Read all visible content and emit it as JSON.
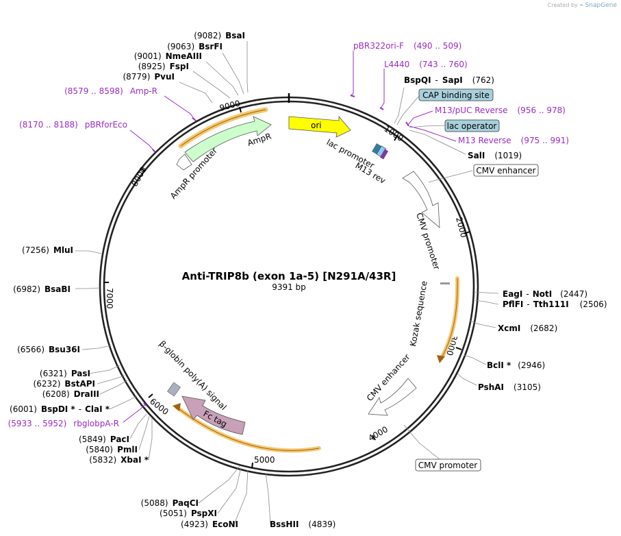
{
  "credit": {
    "prefix": "Created by",
    "brand": "SnapGene"
  },
  "plasmid": {
    "name": "Anti-TRIP8b (exon 1a-5) [N291A/43R]",
    "size_label": "9391 bp",
    "length": 9391
  },
  "ticks": [
    "1000",
    "2000",
    "3000",
    "4000",
    "5000",
    "6000",
    "7000",
    "8000",
    "9000"
  ],
  "sites": [
    {
      "pos": "(9082)",
      "name": "BsaI"
    },
    {
      "pos": "(9063)",
      "name": "BsrFI"
    },
    {
      "pos": "(9001)",
      "name": "NmeAIII"
    },
    {
      "pos": "(8925)",
      "name": "FspI"
    },
    {
      "pos": "(8779)",
      "name": "PvuI"
    },
    {
      "name": "BspQI",
      "name2": "SapI",
      "pos": "(762)"
    },
    {
      "name": "SalI",
      "pos": "(1019)"
    },
    {
      "name": "EagI",
      "name2": "NotI",
      "pos": "(2447)"
    },
    {
      "name": "PflFI",
      "name2": "Tth111I",
      "pos": "(2506)"
    },
    {
      "name": "XcmI",
      "pos": "(2682)"
    },
    {
      "name": "BclI *",
      "pos": "(2946)"
    },
    {
      "name": "PshAI",
      "pos": "(3105)"
    },
    {
      "pos": "(7256)",
      "name": "MluI"
    },
    {
      "pos": "(6982)",
      "name": "BsaBI"
    },
    {
      "pos": "(6566)",
      "name": "Bsu36I"
    },
    {
      "pos": "(6321)",
      "name": "PasI"
    },
    {
      "pos": "(6232)",
      "name": "BstAPI"
    },
    {
      "pos": "(6208)",
      "name": "DraIII"
    },
    {
      "pos": "(6001)",
      "name": "BspDI *",
      "name2": "ClaI *"
    },
    {
      "pos": "(5849)",
      "name": "PacI"
    },
    {
      "pos": "(5840)",
      "name": "PmlI"
    },
    {
      "pos": "(5832)",
      "name": "XbaI *"
    },
    {
      "pos": "(5088)",
      "name": "PaqCI"
    },
    {
      "pos": "(5051)",
      "name": "PspXI"
    },
    {
      "pos": "(4923)",
      "name": "EcoNI"
    },
    {
      "name": "BssHII",
      "pos": "(4839)"
    }
  ],
  "primers": [
    {
      "name": "pBR322ori-F",
      "range": "(490 .. 509)"
    },
    {
      "name": "L4440",
      "range": "(743 .. 760)"
    },
    {
      "name": "M13/pUC Reverse",
      "range": "(956 .. 978)"
    },
    {
      "name": "M13 Reverse",
      "range": "(975 .. 991)"
    },
    {
      "range": "(8579 .. 8598)",
      "name": "Amp-R"
    },
    {
      "range": "(8170 .. 8188)",
      "name": "pBRforEco"
    },
    {
      "range": "(5933 .. 5952)",
      "name": "rbglobpA-R"
    }
  ],
  "boxed_labels": {
    "cap": "CAP binding site",
    "lacop": "lac operator",
    "cmv_enh_top": "CMV enhancer",
    "cmv_prom_bottom": "CMV promoter"
  },
  "features": {
    "ori": "ori",
    "amp_r": "AmpR",
    "amp_r_promoter": "AmpR promoter",
    "lac_promoter": "lac promoter",
    "m13_rev": "M13 rev",
    "cmv_promoter": "CMV promoter",
    "kozak": "Kozak sequence",
    "cmv_enhancer": "CMV enhancer",
    "fc_tag": "Fc tag",
    "beta_globin": "β-globin poly(A) signal"
  },
  "colors": {
    "ori": "#ffff00",
    "amp_r": "#ccffcc",
    "fc_tag": "#c8a0b8",
    "primer": "#9a2bc7",
    "cap_box": "#a8d0dc",
    "cds_halo": "#f5c870"
  }
}
